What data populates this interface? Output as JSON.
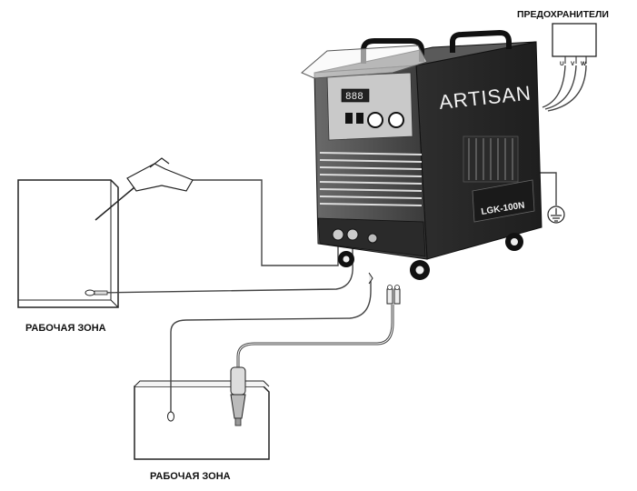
{
  "labels": {
    "fuses": "ПРЕДОХРАНИТЕЛИ",
    "work_zone_top": "РАБОЧАЯ ЗОНА",
    "work_zone_bottom": "РАБОЧАЯ ЗОНА"
  },
  "machine": {
    "brand": "ARTISAN",
    "model": "LGK-100N",
    "display_digits": "888"
  },
  "phases": [
    "U",
    "V",
    "W"
  ],
  "colors": {
    "machine_body": "#3a3a3a",
    "machine_front": "#555555",
    "lines": "#333333"
  }
}
